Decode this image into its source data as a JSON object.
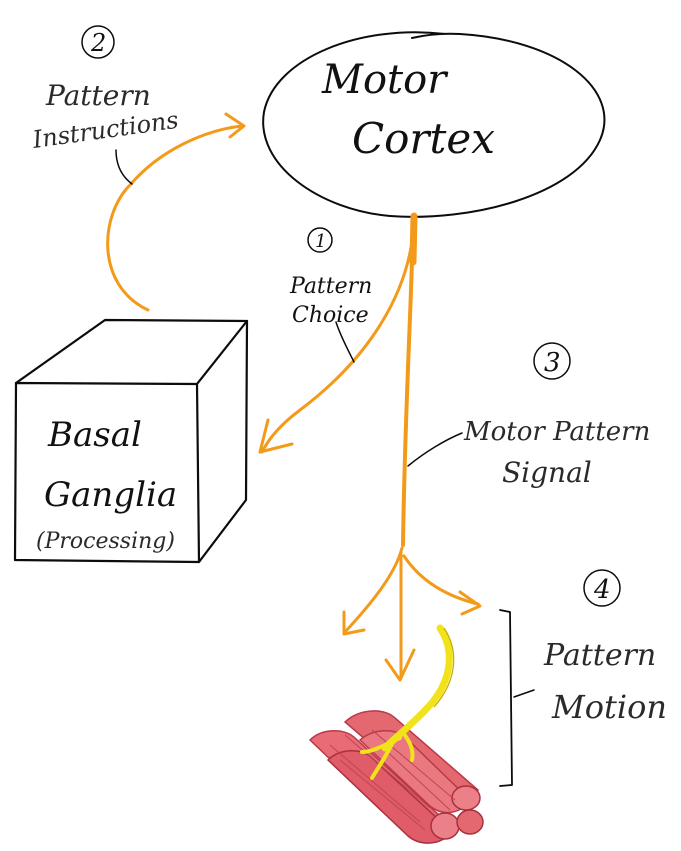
{
  "motor_cortex": {
    "line1": "Motor",
    "line2": "Cortex"
  },
  "basal_ganglia": {
    "line1": "Basal",
    "line2": "Ganglia",
    "line3": "(Processing)"
  },
  "steps": [
    {
      "number": "1",
      "line1": "Pattern",
      "line2": "Choice"
    },
    {
      "number": "2",
      "line1": "Pattern",
      "line2": "Instructions"
    },
    {
      "number": "3",
      "line1": "Motor Pattern",
      "line2": "Signal"
    },
    {
      "number": "4",
      "line1": "Pattern",
      "line2": "Motion"
    }
  ],
  "colors": {
    "ink": "#0c0c0c",
    "signal": "#f39a1a",
    "nerve": "#f2e21a",
    "muscle": "#e0606a"
  }
}
